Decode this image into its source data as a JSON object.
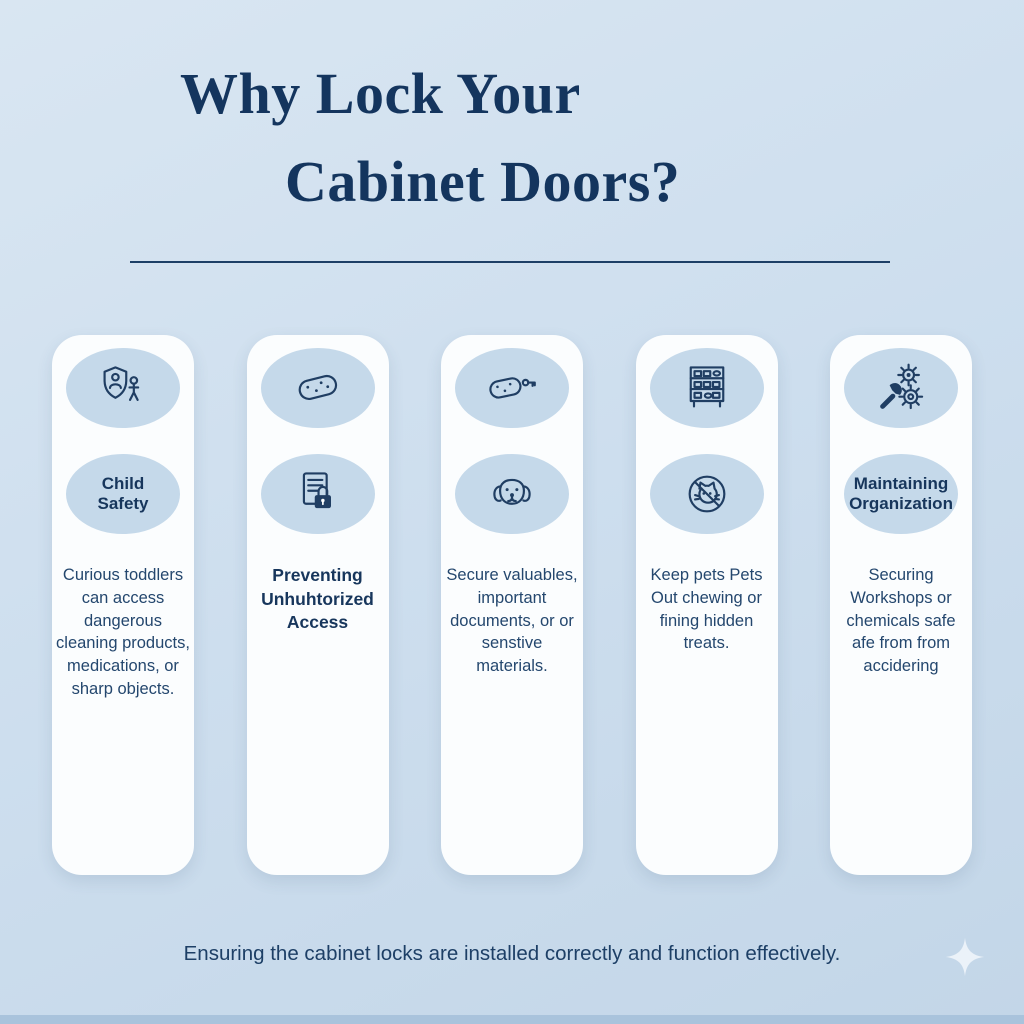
{
  "title": {
    "line1": "Why Lock Your",
    "line2": "Cabinet Doors?"
  },
  "cards": [
    {
      "icon": "shield-child-icon",
      "badge": "Child Safety",
      "body": "Curious toddlers can access dangerous cleaning products, medications, or sharp objects."
    },
    {
      "icon": "sponge-icon",
      "icon2": "document-lock-icon",
      "heading": "Preventing Unhuhtorized Access"
    },
    {
      "icon": "sponge-key-icon",
      "icon2": "dog-icon",
      "body": "Secure valuables, important documents, or or senstive materials."
    },
    {
      "icon": "cabinet-shelves-icon",
      "icon2": "no-cats-icon",
      "body": "Keep pets Pets Out chewing or fining hidden treats."
    },
    {
      "icon": "gears-wrench-icon",
      "badge": "Maintaining Organization",
      "body": "Securing Workshops or chemicals safe afe from from accidering"
    }
  ],
  "footer": {
    "text": "Ensuring the cabinet locks are installed correctly and function effectively."
  },
  "colors": {
    "background": "#cddeee",
    "card": "#fbfdfe",
    "icon_oval": "#c5d9ea",
    "navy": "#17365c",
    "divider": "#1d3f66"
  }
}
